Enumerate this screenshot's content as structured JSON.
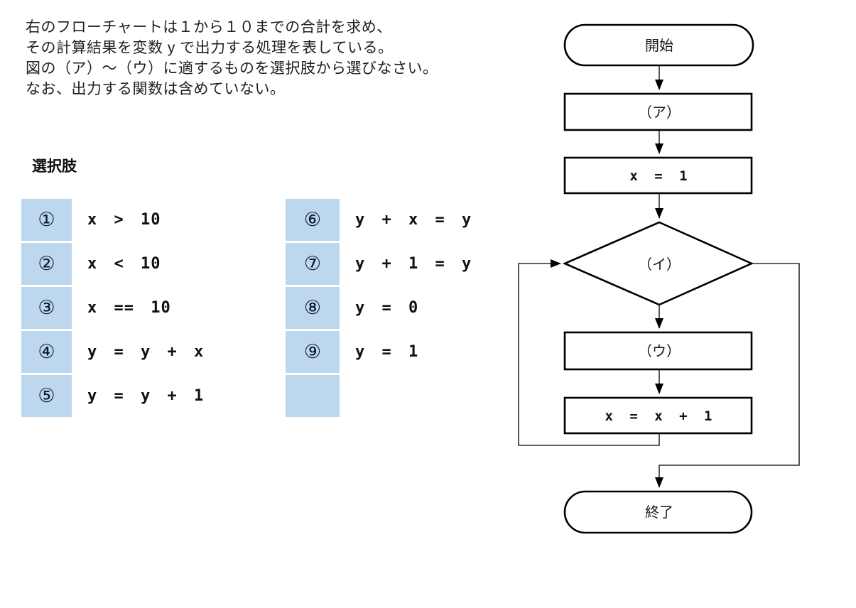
{
  "problem": {
    "lines": [
      "右のフローチャートは１から１０までの合計を求め、",
      "その計算結果を変数 y で出力する処理を表している。",
      "図の（ア）～（ウ）に適するものを選択肢から選びなさい。",
      "なお、出力する関数は含めていない。"
    ]
  },
  "choices": {
    "heading": "選択肢",
    "column1": [
      {
        "number": "①",
        "text": "x > 10"
      },
      {
        "number": "②",
        "text": "x < 10"
      },
      {
        "number": "③",
        "text": "x == 10"
      },
      {
        "number": "④",
        "text": "y = y + x"
      },
      {
        "number": "⑤",
        "text": "y = y + 1"
      }
    ],
    "column2": [
      {
        "number": "⑥",
        "text": "y + x = y"
      },
      {
        "number": "⑦",
        "text": "y + 1 = y"
      },
      {
        "number": "⑧",
        "text": "y = 0"
      },
      {
        "number": "⑨",
        "text": "y = 1"
      },
      {
        "number": "",
        "text": ""
      }
    ]
  },
  "flowchart": {
    "start_label": "開始",
    "step_a_label": "（ア）",
    "init_label": "x = 1",
    "decision_label": "（イ）",
    "step_u_label": "（ウ）",
    "increment_label": "x = x + 1",
    "end_label": "終了"
  },
  "colors": {
    "choice_cell_blue": "#BDD7EE",
    "stroke_black": "#000000"
  }
}
